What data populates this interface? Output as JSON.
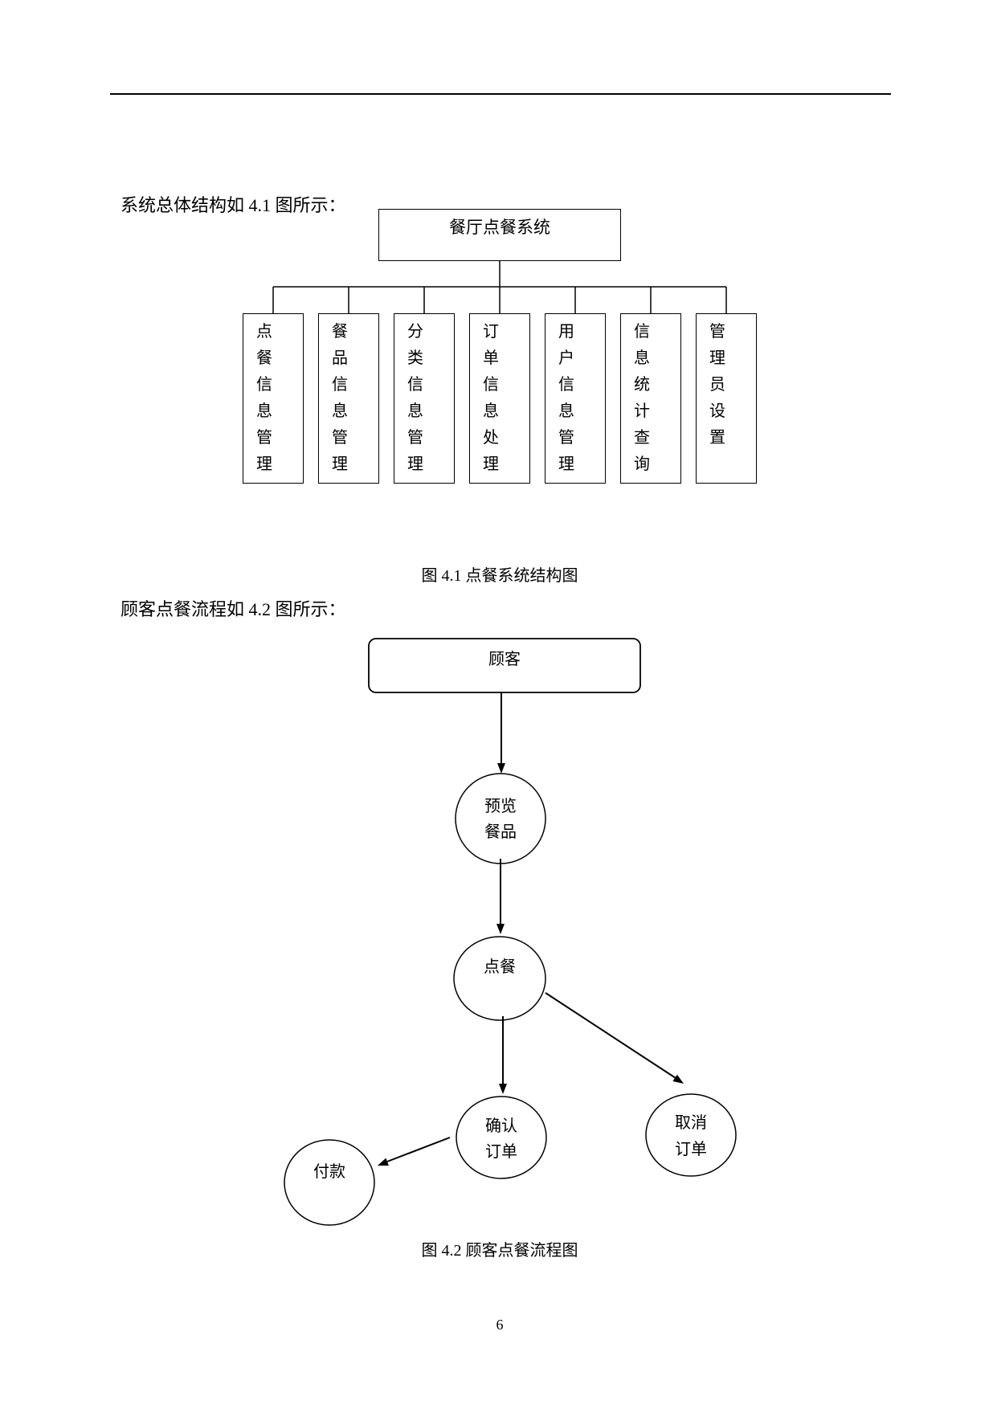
{
  "structure": {
    "intro": "系统总体结构如 4.1 图所示：",
    "root": "餐厅点餐系统",
    "modules": [
      "点餐信息管理",
      "餐品信息管理",
      "分类信息管理",
      "订单信息处理",
      "用户信息管理",
      "信息统计查询",
      "管理员设置"
    ],
    "caption": "图 4.1 点餐系统结构图"
  },
  "flow": {
    "intro": "顾客点餐流程如 4.2 图所示：",
    "start": "顾客",
    "nodes": {
      "browse": [
        "预览",
        "餐品"
      ],
      "order": [
        "点餐"
      ],
      "confirm": [
        "确认",
        "订单"
      ],
      "cancel": [
        "取消",
        "订单"
      ],
      "pay": [
        "付款"
      ]
    },
    "caption": "图 4.2 顾客点餐流程图"
  },
  "page_number": "6"
}
